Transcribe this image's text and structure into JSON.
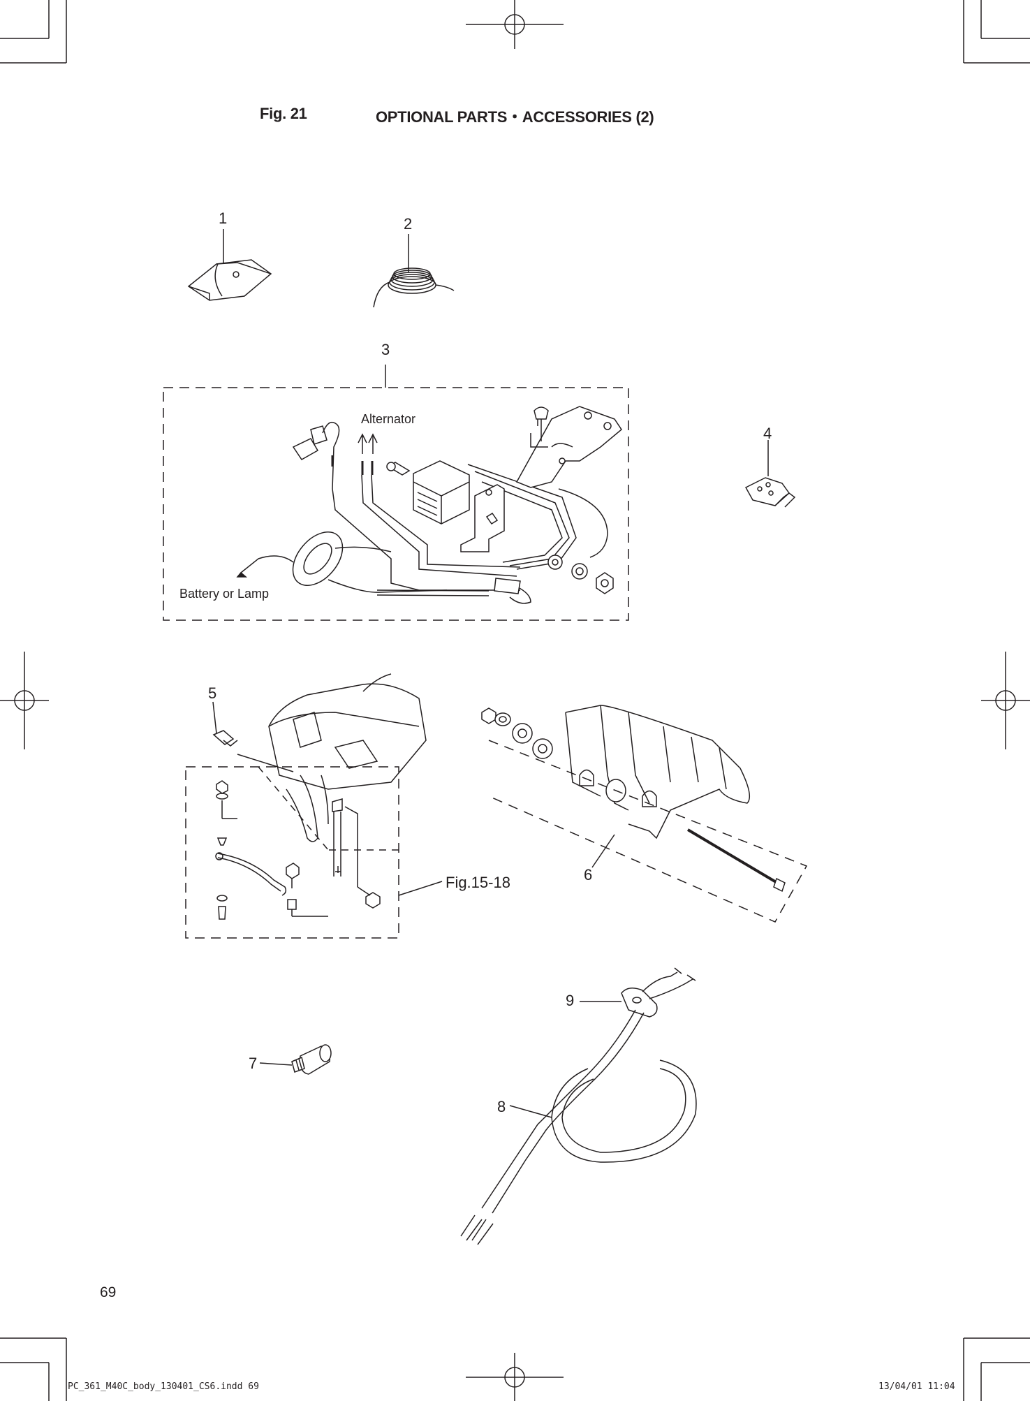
{
  "header": {
    "fig_label": "Fig. 21",
    "title": "OPTIONAL PARTS・ACCESSORIES (2)"
  },
  "callouts": [
    "1",
    "2",
    "3",
    "4",
    "5",
    "6",
    "7",
    "8",
    "9"
  ],
  "labels": {
    "alternator": "Alternator",
    "battery_or_lamp": "Battery or Lamp",
    "fig_ref": "Fig.15-18"
  },
  "page_number": "69",
  "footer": {
    "file": "PC_361_M40C_body_130401_CS6.indd   69",
    "timestamp": "13/04/01   11:04"
  }
}
